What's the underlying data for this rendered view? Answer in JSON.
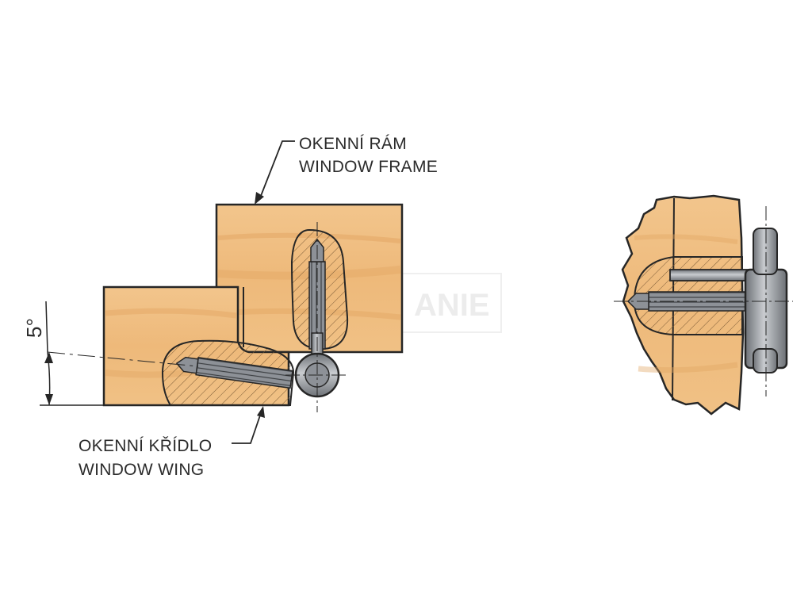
{
  "labels": {
    "frame_cz": "OKENNÍ RÁM",
    "frame_en": "WINDOW FRAME",
    "wing_cz": "OKENNÍ KŘÍDLO",
    "wing_en": "WINDOW WING",
    "angle": "5°",
    "watermark": "ANIE"
  },
  "colors": {
    "wood": "#eeb97a",
    "wood_light": "#f4cd95",
    "wood_grain": "#e2a461",
    "outline": "#262626",
    "steel": "#9a9ea4",
    "steel_dark": "#5f6368",
    "steel_light": "#c9ccd0"
  }
}
